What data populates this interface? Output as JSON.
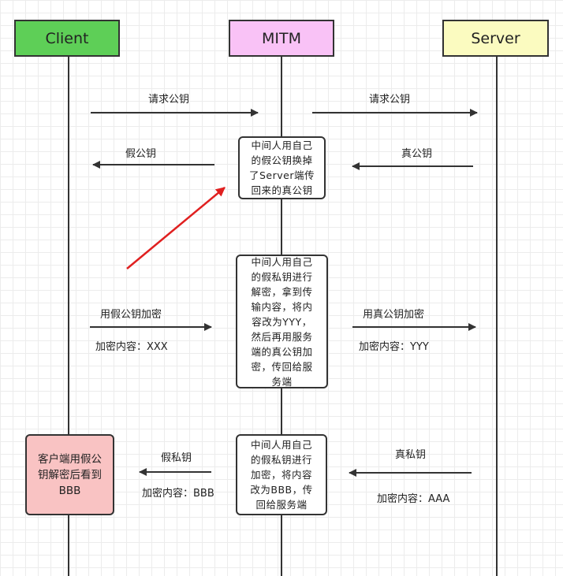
{
  "actors": {
    "client": {
      "label": "Client",
      "color": "#5ecf57"
    },
    "mitm": {
      "label": "MITM",
      "color": "#f9c2f6"
    },
    "server": {
      "label": "Server",
      "color": "#fbfbc0"
    }
  },
  "messages": {
    "m1": {
      "label": "请求公钥"
    },
    "m2": {
      "label": "请求公钥"
    },
    "m3": {
      "label": "真公钥"
    },
    "m4": {
      "label": "假公钥"
    },
    "m5": {
      "label": "用假公钥加密",
      "content": "加密内容：XXX"
    },
    "m6": {
      "label": "用真公钥加密",
      "content": "加密内容：YYY"
    },
    "m7": {
      "label": "真私钥",
      "content": "加密内容：AAA"
    },
    "m8": {
      "label": "假私钥",
      "content": "加密内容：BBB"
    }
  },
  "notes": {
    "n1": "中间人用自己\n的假公钥换掉\n了Server端传\n回来的真公钥",
    "n2": "中间人用自己\n的假私钥进行\n解密，拿到传\n输内容，将内\n容改为YYY，\n然后再用服务\n端的真公钥加\n密，传回给服\n务端",
    "n3": "中间人用自己\n的假私钥进行\n加密，将内容\n改为BBB，传\n回给服务端",
    "client_note": "客户端用假公\n钥解密后看到\nBBB",
    "client_note_color": "#f9c3c3"
  },
  "colors": {
    "line": "#333333",
    "highlight_arrow": "#e02020"
  }
}
